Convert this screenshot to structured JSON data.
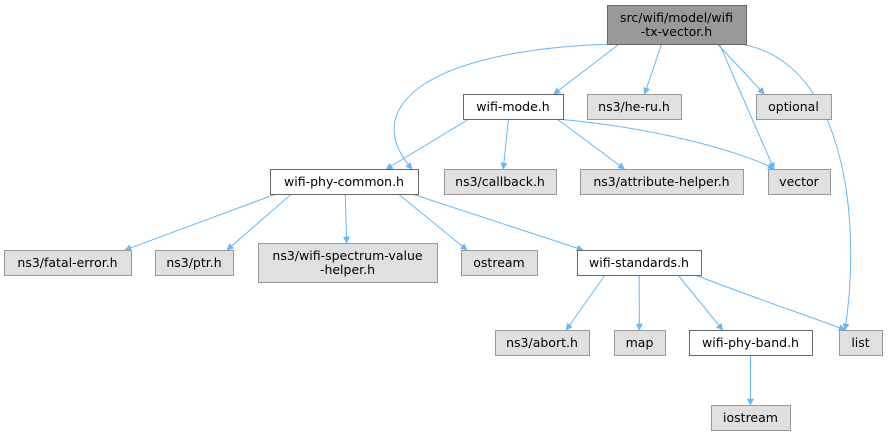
{
  "colors": {
    "root_fill": "#999999",
    "root_stroke": "#666666",
    "internal_fill": "#ffffff",
    "internal_stroke": "#666666",
    "external_fill": "#e0e0e0",
    "external_stroke": "#999999",
    "edge": "#63b8ff"
  },
  "nodes": {
    "root": {
      "lines": [
        "src/wifi/model/wifi",
        "-tx-vector.h"
      ],
      "kind": "root"
    },
    "wifi_mode": {
      "lines": [
        "wifi-mode.h"
      ],
      "kind": "internal"
    },
    "he_ru": {
      "lines": [
        "ns3/he-ru.h"
      ],
      "kind": "external"
    },
    "optional": {
      "lines": [
        "optional"
      ],
      "kind": "external"
    },
    "phy_common": {
      "lines": [
        "wifi-phy-common.h"
      ],
      "kind": "internal"
    },
    "callback": {
      "lines": [
        "ns3/callback.h"
      ],
      "kind": "external"
    },
    "attr_helper": {
      "lines": [
        "ns3/attribute-helper.h"
      ],
      "kind": "external"
    },
    "vector": {
      "lines": [
        "vector"
      ],
      "kind": "external"
    },
    "fatal_error": {
      "lines": [
        "ns3/fatal-error.h"
      ],
      "kind": "external"
    },
    "ptr": {
      "lines": [
        "ns3/ptr.h"
      ],
      "kind": "external"
    },
    "spectrum": {
      "lines": [
        "ns3/wifi-spectrum-value",
        "-helper.h"
      ],
      "kind": "external"
    },
    "ostream": {
      "lines": [
        "ostream"
      ],
      "kind": "external"
    },
    "standards": {
      "lines": [
        "wifi-standards.h"
      ],
      "kind": "internal"
    },
    "list": {
      "lines": [
        "list"
      ],
      "kind": "external"
    },
    "abort": {
      "lines": [
        "ns3/abort.h"
      ],
      "kind": "external"
    },
    "map": {
      "lines": [
        "map"
      ],
      "kind": "external"
    },
    "phy_band": {
      "lines": [
        "wifi-phy-band.h"
      ],
      "kind": "internal"
    },
    "iostream": {
      "lines": [
        "iostream"
      ],
      "kind": "external"
    }
  },
  "edges": [
    [
      "root",
      "wifi_mode"
    ],
    [
      "root",
      "he_ru"
    ],
    [
      "root",
      "optional"
    ],
    [
      "root",
      "vector"
    ],
    [
      "root",
      "list"
    ],
    [
      "root",
      "phy_common"
    ],
    [
      "wifi_mode",
      "phy_common"
    ],
    [
      "wifi_mode",
      "callback"
    ],
    [
      "wifi_mode",
      "attr_helper"
    ],
    [
      "wifi_mode",
      "vector"
    ],
    [
      "phy_common",
      "fatal_error"
    ],
    [
      "phy_common",
      "ptr"
    ],
    [
      "phy_common",
      "spectrum"
    ],
    [
      "phy_common",
      "ostream"
    ],
    [
      "phy_common",
      "standards"
    ],
    [
      "standards",
      "abort"
    ],
    [
      "standards",
      "map"
    ],
    [
      "standards",
      "phy_band"
    ],
    [
      "standards",
      "list"
    ],
    [
      "phy_band",
      "iostream"
    ]
  ]
}
